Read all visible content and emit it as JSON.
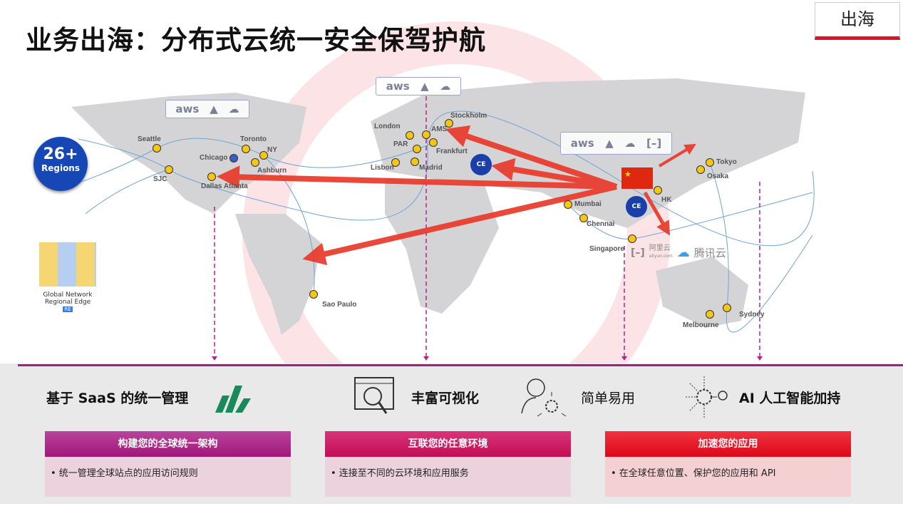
{
  "title": "业务出海：分布式云统一安全保驾护航",
  "tag": "出海",
  "regions": {
    "count": "26+",
    "label": "Regions"
  },
  "legend": {
    "line1": "Global Network",
    "line2": "Regional Edge",
    "badge": "RE"
  },
  "cloud_providers": [
    "aws",
    "azure",
    "gcp",
    "aliyun"
  ],
  "cities": [
    "Seattle",
    "SJC",
    "Chicago",
    "Toronto",
    "NY",
    "Ashburn",
    "Dallas Atlanta",
    "Sao Paulo",
    "London",
    "AMS",
    "Stockholm",
    "PAR",
    "Frankfurt",
    "Lisbon",
    "Madrid",
    "Mumbai",
    "Chennai",
    "Singapore",
    "HK",
    "Tokyo",
    "Osaka",
    "Sydney",
    "Melbourne"
  ],
  "ce_label": "CE",
  "china_clouds": {
    "aliyun": "阿里云",
    "aliyun_sub": "aliyun.com",
    "tencent": "腾讯云"
  },
  "features": [
    {
      "label": "基于 SaaS 的统一管理",
      "icon": "bar-chart-3d-icon"
    },
    {
      "label": "丰富可视化",
      "icon": "magnifier-dashboard-icon"
    },
    {
      "label": "简单易用",
      "icon": "user-gear-icon"
    },
    {
      "label": "AI 人工智能加持",
      "icon": "ai-gear-bulb-icon"
    }
  ],
  "cards": [
    {
      "title": "构建您的全球统一架构",
      "bullet": "• 统一管理全球站点的应用访问规则",
      "color": "#a8217f"
    },
    {
      "title": "互联您的任意环境",
      "bullet": "• 连接至不同的云环境和应用服务",
      "color": "#c8145a"
    },
    {
      "title": "加速您的应用",
      "bullet": "• 在全球任意位置、保护您的应用和 API",
      "color": "#e3101f"
    }
  ]
}
